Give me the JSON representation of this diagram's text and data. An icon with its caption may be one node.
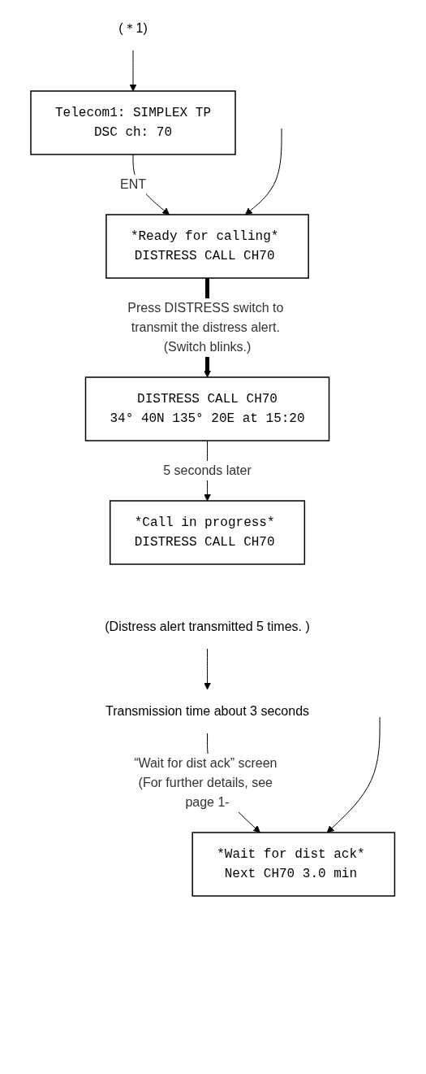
{
  "diagram": {
    "nodes": [
      {
        "text": [
          "(＊1)"
        ]
      },
      {
        "text": [
          "Telecom1:  SIMPLEX TP",
          "DSC ch: 70"
        ]
      },
      {
        "text": [
          "*Ready for calling*",
          "DISTRESS CALL CH70"
        ]
      },
      {
        "text": [
          "DISTRESS CALL CH70",
          "34° 40N 135° 20E at 15:20"
        ]
      },
      {
        "text": [
          "*Call in progress*",
          "DISTRESS CALL CH70"
        ]
      },
      {
        "text": [
          "(Distress alert transmitted 5 times. )"
        ]
      },
      {
        "text": [
          "Transmission time about 3 seconds"
        ]
      },
      {
        "text": [
          "*Wait for dist ack*",
          "Next CH70 3.0 min"
        ]
      }
    ],
    "edges": [
      {
        "from": 0,
        "to": 1,
        "arrow": "to"
      },
      {
        "from": 1,
        "to": 2,
        "arrow": "to",
        "label": "ENT"
      },
      {
        "from": null,
        "to": 2,
        "arrow": "to"
      },
      {
        "from": 2,
        "to": 3,
        "arrow": "to",
        "label": "Press DISTRESS switch to transmit the distress alert. (Switch blinks.)",
        "style": "thick"
      },
      {
        "from": 3,
        "to": 4,
        "arrow": "to",
        "label": "5 seconds later"
      },
      {
        "from": 5,
        "to": 6,
        "arrow": "to"
      },
      {
        "from": 6,
        "to": 7,
        "arrow": "to",
        "label": "“Wait for dist ack” screen (For further details, see page 1-"
      },
      {
        "from": null,
        "to": 7,
        "arrow": "to"
      }
    ]
  }
}
